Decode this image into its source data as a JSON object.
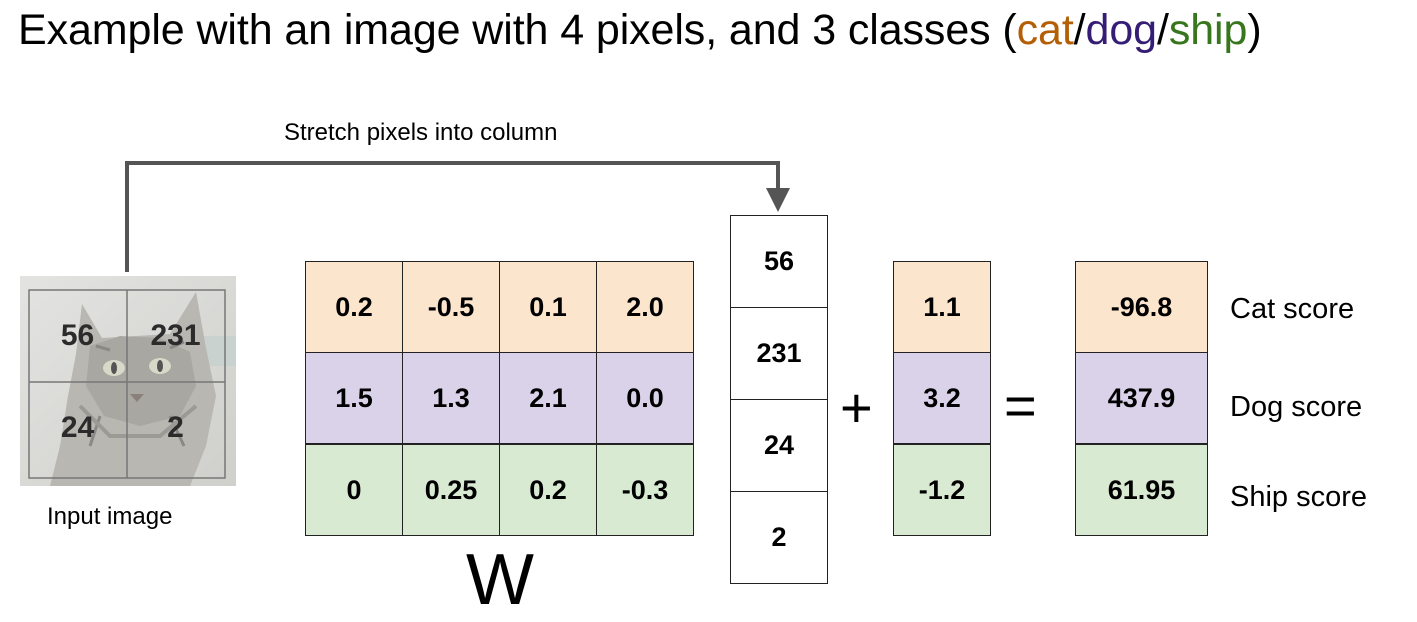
{
  "title": {
    "prefix": "Example with an image with 4 pixels, and 3 classes (",
    "cat": "cat",
    "sep1": "/",
    "dog": "dog",
    "sep2": "/",
    "ship": "ship",
    "suffix": ")"
  },
  "stretch_label": "Stretch pixels into column",
  "input_image": {
    "label": "Input image",
    "pixels": [
      "56",
      "231",
      "24",
      "2"
    ]
  },
  "weights": {
    "label": "W",
    "rows": [
      [
        "0.2",
        "-0.5",
        "0.1",
        "2.0"
      ],
      [
        "1.5",
        "1.3",
        "2.1",
        "0.0"
      ],
      [
        "0",
        "0.25",
        "0.2",
        "-0.3"
      ]
    ]
  },
  "pixel_column": [
    "56",
    "231",
    "24",
    "2"
  ],
  "operators": {
    "plus": "+",
    "equals": "="
  },
  "bias": [
    "1.1",
    "3.2",
    "-1.2"
  ],
  "scores": [
    "-96.8",
    "437.9",
    "61.95"
  ],
  "score_labels": [
    "Cat score",
    "Dog score",
    "Ship score"
  ],
  "colors": {
    "cat": "#b45f06",
    "dog": "#351c75",
    "ship": "#38761d",
    "cat_row_fill": "#fce5cd",
    "dog_row_fill": "#d9d2e9",
    "ship_row_fill": "#d9ead3"
  }
}
